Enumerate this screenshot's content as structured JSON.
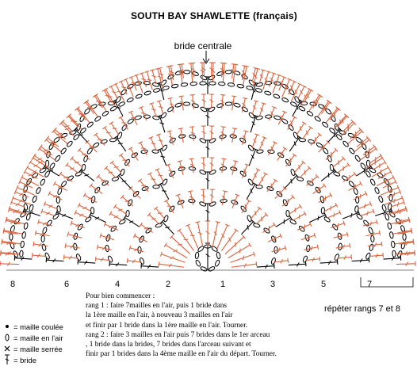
{
  "title": "SOUTH BAY SHAWLETTE (français)",
  "center_label": "bride centrale",
  "row_numbers": [
    {
      "label": "8",
      "col": 0
    },
    {
      "label": "6",
      "col": 1
    },
    {
      "label": "4",
      "col": 2
    },
    {
      "label": "2",
      "col": 3
    },
    {
      "label": "1",
      "col": 4
    },
    {
      "label": "3",
      "col": 5
    },
    {
      "label": "5",
      "col": 6
    },
    {
      "label": "7",
      "col": 7
    }
  ],
  "repeat_label": "répéter rangs 7 et 8",
  "instructions": {
    "heading": "Pour bien commencer :",
    "lines": [
      "rang 1 : faire 7mailles en l'air, puis 1 bride dans",
      "la 1ère maille en l'air, à nouveau 3 mailles en l'air",
      "et finir par 1 bride dans la 1ère maille en l'air. Tourner.",
      "rang 2 : faire 3 mailles en l'air puis 7 brides dans le 1er arceau",
      ", 1 bride dans la brides, 7 brides dans l'arceau suivant et",
      "finir par 1 brides dans la 4ème maille en l'air du départ. Tourner."
    ]
  },
  "legend": [
    {
      "symbol": "dot-icon",
      "label": "= maille coulée"
    },
    {
      "symbol": "oval-icon",
      "label": "= maille en l'air"
    },
    {
      "symbol": "cross-icon",
      "label": "= maille serrée"
    },
    {
      "symbol": "double-crochet-icon",
      "label": "= bride"
    }
  ],
  "colors": {
    "odd_rows": "#000000",
    "even_rows": "#d9623b",
    "text": "#000000"
  }
}
